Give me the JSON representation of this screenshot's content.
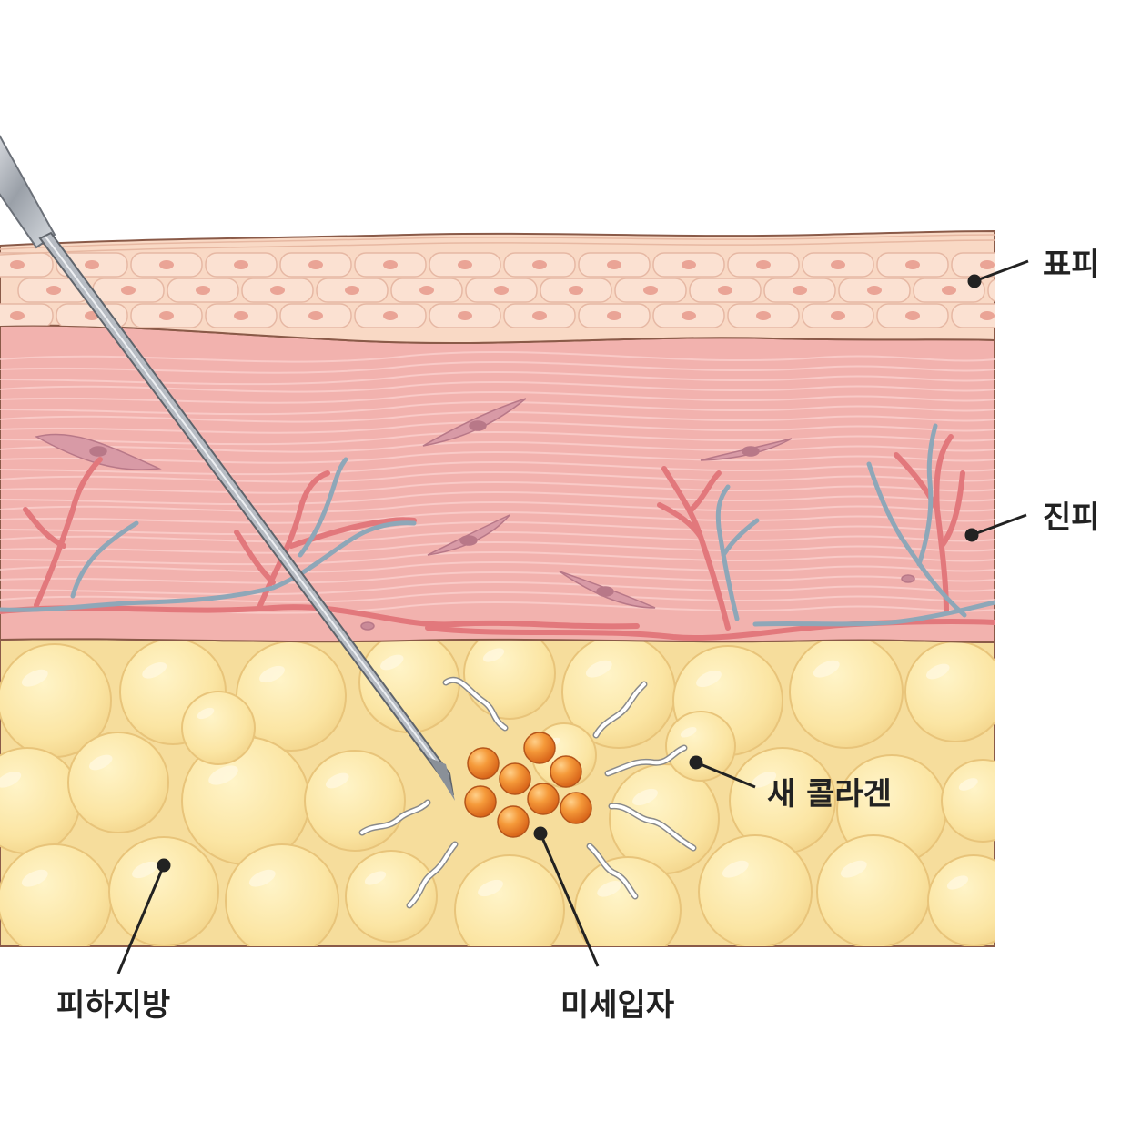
{
  "labels": {
    "epidermis": "표피",
    "dermis": "진피",
    "new_collagen": "새 콜라겐",
    "subcutaneous_fat": "피하지방",
    "microparticles": "미세입자"
  },
  "colors": {
    "epidermis": "#f9d9c5",
    "dermis": "#f0a9a9",
    "fat": "#f8e3a6",
    "fat_cell": "#fbe9ac",
    "particle": "#f08a2c",
    "vessel_red": "#e2787c",
    "vessel_blue": "#8ea7b8",
    "outline": "#8a5a48",
    "leader": "#222222"
  }
}
